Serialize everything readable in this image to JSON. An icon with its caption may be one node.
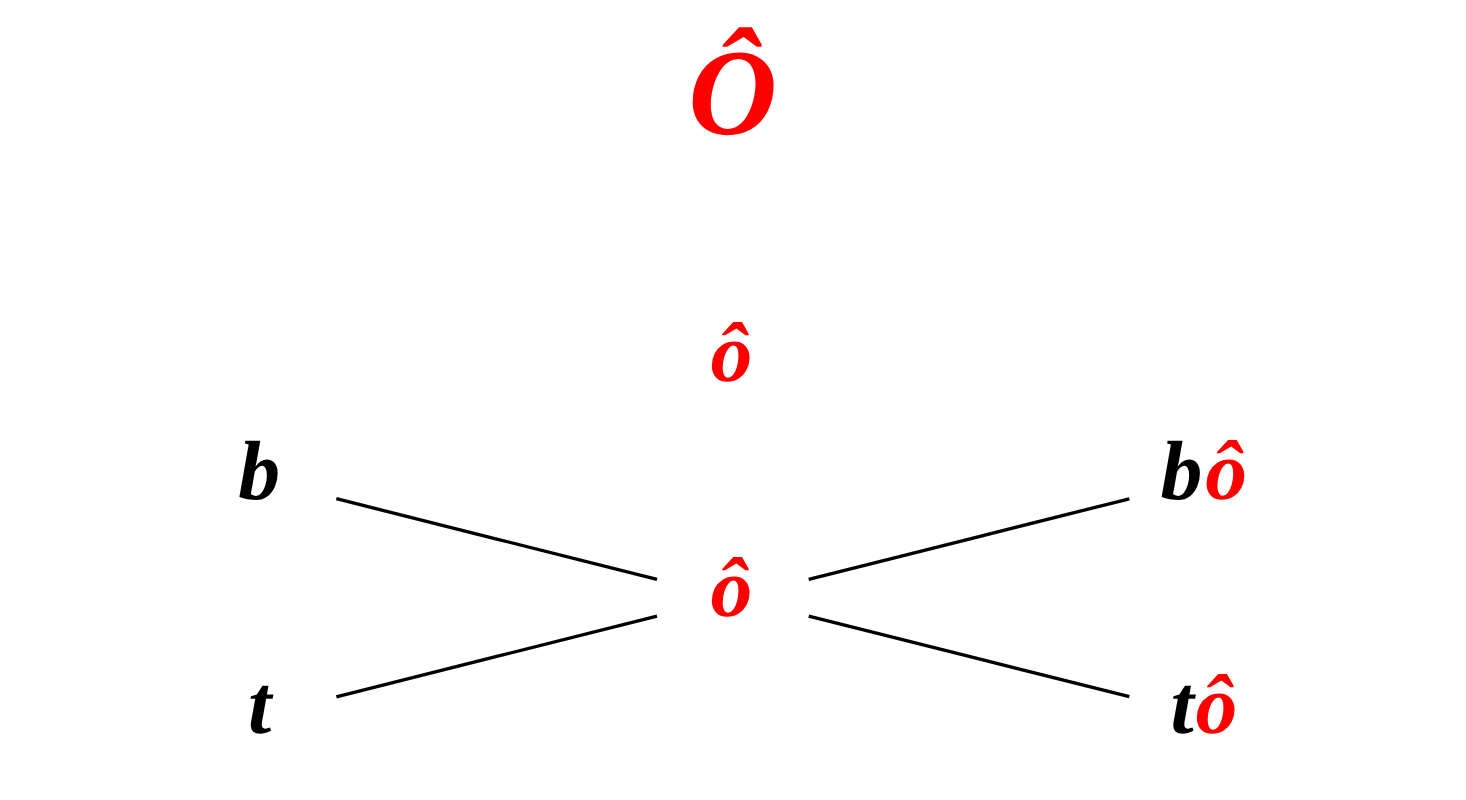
{
  "diagram": {
    "nodes": [
      {
        "text": [
          "b"
        ]
      },
      {
        "text": [
          "t"
        ]
      },
      {
        "text": [
          "ô"
        ]
      },
      {
        "text": [
          "bô"
        ]
      },
      {
        "text": [
          "tô"
        ]
      }
    ],
    "edges": [
      {
        "from": 0,
        "to": 2,
        "arrow": "none"
      },
      {
        "from": 1,
        "to": 2,
        "arrow": "none"
      },
      {
        "from": 2,
        "to": 3,
        "arrow": "none"
      },
      {
        "from": 2,
        "to": 4,
        "arrow": "none"
      }
    ],
    "labels": [
      "ô",
      "Ô"
    ]
  }
}
